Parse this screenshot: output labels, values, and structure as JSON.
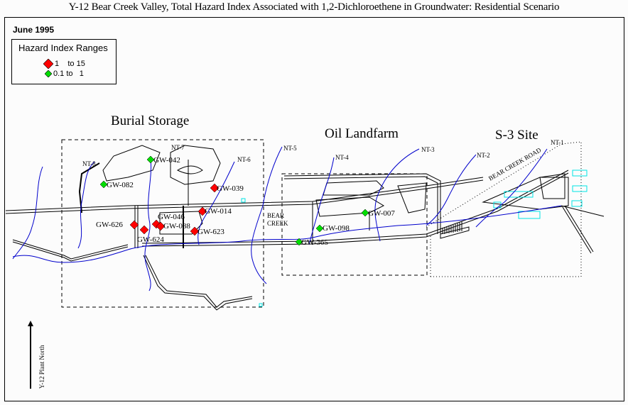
{
  "title": "Y-12 Bear Creek Valley, Total Hazard Index Associated with 1,2-Dichloroethene in Groundwater:  Residential Scenario",
  "date": "June 1995",
  "legend": {
    "title": "Hazard Index Ranges",
    "items": [
      {
        "label": "1    to 15",
        "color": "#ff0000",
        "range": [
          1,
          15
        ]
      },
      {
        "label": "0.1 to   1",
        "color": "#00dd00",
        "range": [
          0.1,
          1
        ]
      }
    ]
  },
  "regions": [
    {
      "name": "Burial Storage"
    },
    {
      "name": "Oil Landfarm"
    },
    {
      "name": "S-3 Site"
    }
  ],
  "tributaries": [
    "NT-1",
    "NT-2",
    "NT-3",
    "NT-4",
    "NT-5",
    "NT-6",
    "NT-7",
    "NT-8"
  ],
  "labels": {
    "bear_creek": [
      "BEAR",
      "CREEK"
    ],
    "bear_creek_road": "BEAR CREEK ROAD"
  },
  "wells": [
    {
      "id": "GW-082",
      "hazard_range": "0.1 to 1"
    },
    {
      "id": "GW-042",
      "hazard_range": "0.1 to 1"
    },
    {
      "id": "GW-039",
      "hazard_range": "1 to 15"
    },
    {
      "id": "GW-014",
      "hazard_range": "1 to 15"
    },
    {
      "id": "GW-046",
      "hazard_range": "1 to 15"
    },
    {
      "id": "GW-088",
      "hazard_range": "1 to 15"
    },
    {
      "id": "GW-626",
      "hazard_range": "1 to 15"
    },
    {
      "id": "GW-624",
      "hazard_range": "1 to 15"
    },
    {
      "id": "GW-623",
      "hazard_range": "1 to 15"
    },
    {
      "id": "GW-007",
      "hazard_range": "0.1 to 1"
    },
    {
      "id": "GW-098",
      "hazard_range": "0.1 to 1"
    },
    {
      "id": "GW-365",
      "hazard_range": "0.1 to 1"
    }
  ],
  "north_arrow": {
    "label": "Y-12 Plant North"
  },
  "colors": {
    "high": "#ff0000",
    "low": "#00dd00",
    "stream": "#0000cc",
    "structure_cyan": "#00e5e5"
  }
}
